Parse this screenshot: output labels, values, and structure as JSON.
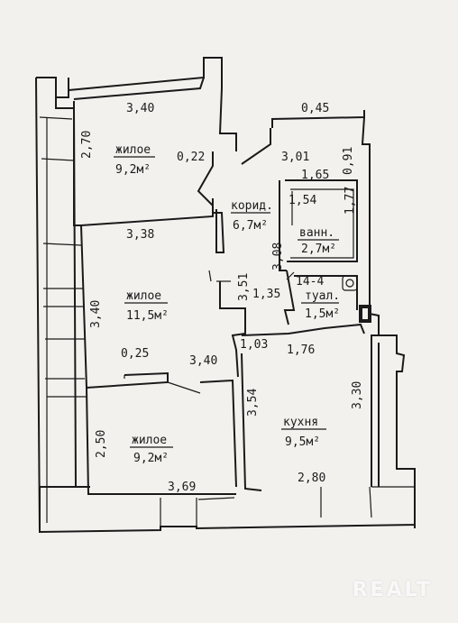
{
  "rooms": {
    "living_top": {
      "name": "жилое",
      "area": "9,2м²"
    },
    "living_mid": {
      "name": "жилое",
      "area": "11,5м²"
    },
    "living_bottom": {
      "name": "жилое",
      "area": "9,2м²"
    },
    "corridor": {
      "name": "корид.",
      "area": "6,7м²"
    },
    "bathroom": {
      "name": "ванн.",
      "area": "2,7м²"
    },
    "toilet": {
      "name": "туал.",
      "area": "1,5м²"
    },
    "toilet_code": "14-4",
    "kitchen": {
      "name": "кухня",
      "area": "9,5м²"
    }
  },
  "dimensions": {
    "top_room_width": "3,40",
    "top_room_height": "2,70",
    "opening_022": "0,22",
    "mid_room_top": "3,38",
    "mid_room_height": "3,40",
    "bottom_room_top_short": "0,25",
    "bottom_room_top": "3,40",
    "bottom_room_height": "2,50",
    "bottom_room_width": "3,69",
    "balcony_045": "0,45",
    "corridor_width": "3,01",
    "bath_165": "1,65",
    "bath_091": "0,91",
    "bath_154": "1,54",
    "bath_177": "1,77",
    "corridor_308": "3,08",
    "corridor_351": "3,51",
    "toilet_135": "1,35",
    "kitchen_103": "1,03",
    "kitchen_176": "1,76",
    "kitchen_height_left": "3,54",
    "kitchen_height_right": "3,30",
    "kitchen_width": "2,80"
  },
  "watermark": "REALT"
}
